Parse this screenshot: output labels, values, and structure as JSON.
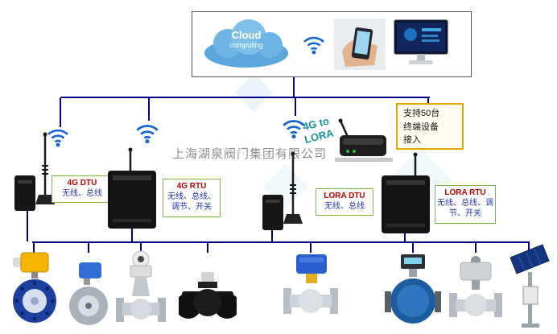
{
  "watermark": "上海湖泉阀门集团有限公司",
  "cloud": {
    "title": "Cloud",
    "subtitle": "computing"
  },
  "note": {
    "lines": [
      "支持50台",
      "终端设备",
      "接入"
    ]
  },
  "gateway": {
    "lines": [
      "4G to",
      "LORA"
    ]
  },
  "devices": [
    {
      "name": "4G DTU",
      "desc": "无线、总线"
    },
    {
      "name": "4G RTU",
      "desc": "无线、总线、调节、开关"
    },
    {
      "name": "LORA DTU",
      "desc": "无线、总线"
    },
    {
      "name": "LORA RTU",
      "desc": "无线、总线、调节、开关"
    }
  ],
  "colors": {
    "connector": "#00008b",
    "label_border": "#7ab648",
    "device_title": "#c00000",
    "device_desc": "#2233bb",
    "gateway_text": "#16939f",
    "note_border": "#e0a800",
    "wifi": "#1565d8"
  },
  "icons": [
    "cloud-computing-icon",
    "wifi-signal-icon",
    "phone-in-hand-image",
    "monitor-image",
    "antenna-icon",
    "dtu-device-icon",
    "rtu-device-icon",
    "lora-gateway-router-icon",
    "butterfly-valve-yellow-actuator",
    "butterfly-valve-blue-actuator",
    "globe-valve-white-actuator",
    "black-flanged-ball-valve",
    "ball-valve-blue-actuator",
    "electromagnetic-flowmeter",
    "ball-valve-gray-actuator",
    "solar-panel-pole"
  ]
}
